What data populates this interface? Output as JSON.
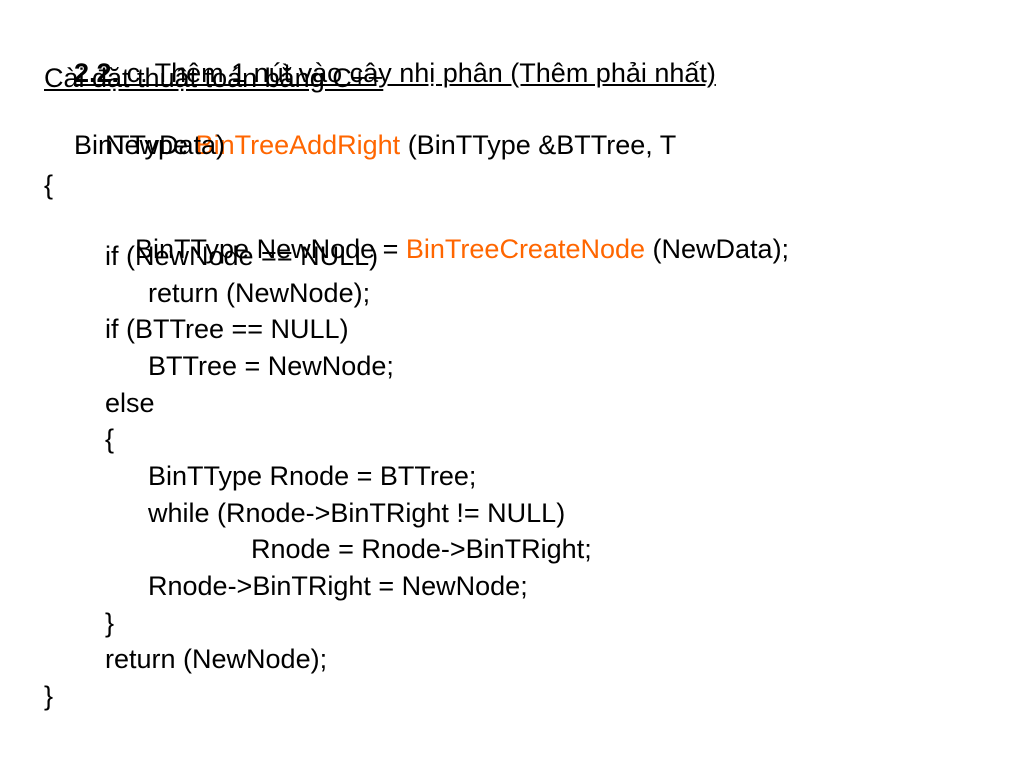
{
  "heading": {
    "number": "2.2.",
    "title": " c. Thêm 1 nút vào cây nhị phân (Thêm phải nhất)",
    "subtitle": "Cài đặt thuật toán bằng C++"
  },
  "colors": {
    "text": "#000000",
    "function_name": "#ff6600",
    "background": "#ffffff"
  },
  "code": {
    "sig_ret": "BinTType ",
    "sig_fn": "BinTreeAddRight",
    "sig_params_1": " (BinTType &BTTree, T",
    "sig_params_2": "NewData)",
    "open_brace": "{",
    "l1_a": "BinTType NewNode = ",
    "l1_fn": "BinTreeCreateNode",
    "l1_b": " (NewData);",
    "l2": "if (NewNode == NULL)",
    "l3": "return (NewNode);",
    "l4": "if (BTTree == NULL)",
    "l5": "BTTree = NewNode;",
    "l6": "else",
    "l7": "{",
    "l8": "BinTType Rnode = BTTree;",
    "l9": "while (Rnode->BinTRight != NULL)",
    "l10": "Rnode = Rnode->BinTRight;",
    "l11": "Rnode->BinTRight = NewNode;",
    "l12": "}",
    "l13": "return (NewNode);",
    "close_brace": "}"
  }
}
